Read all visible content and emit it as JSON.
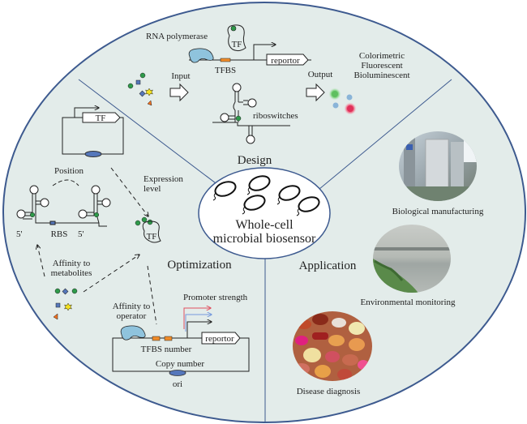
{
  "center": {
    "line1": "Whole-cell",
    "line2": "microbial biosensor"
  },
  "sections": {
    "design": "Design",
    "optimization": "Optimization",
    "application": "Application"
  },
  "design": {
    "rna_polymerase": "RNA polymerase",
    "tf": "TF",
    "tfbs": "TFBS",
    "reporter": "reportor",
    "input": "Input",
    "output": "Output",
    "riboswitches": "riboswitches",
    "output_types": [
      "Colorimetric",
      "Fluorescent",
      "Bioluminescent"
    ]
  },
  "optimization": {
    "tf_cassette": "TF",
    "position": "Position",
    "five_prime": "5'",
    "rbs": "RBS",
    "expression_level_1": "Expression",
    "expression_level_2": "level",
    "tf": "TF",
    "affinity_metabolites_1": "Affinity to",
    "affinity_metabolites_2": "metabolites",
    "affinity_operator_1": "Affinity to",
    "affinity_operator_2": "operator",
    "promoter_strength": "Promoter strength",
    "reporter": "reportor",
    "tfbs_number": "TFBS number",
    "copy_number": "Copy number",
    "ori": "ori"
  },
  "application": {
    "items": [
      {
        "label": "Biological manufacturing",
        "image": "bioreactor-photo"
      },
      {
        "label": "Environmental monitoring",
        "image": "river-photo"
      },
      {
        "label": "Disease diagnosis",
        "image": "pills-photo"
      }
    ]
  },
  "colors": {
    "background": "#e3ecea",
    "border": "#3d5a8f",
    "polymerase": "#8fc3dd",
    "tfbs": "#f08c2a",
    "ligand_green": "#2e9a4a",
    "ligand_blue": "#5577bb",
    "ligand_yellow": "#f2e020",
    "ligand_orange": "#f07020",
    "promoter_red": "#e05060",
    "promoter_blue": "#7799dd"
  }
}
